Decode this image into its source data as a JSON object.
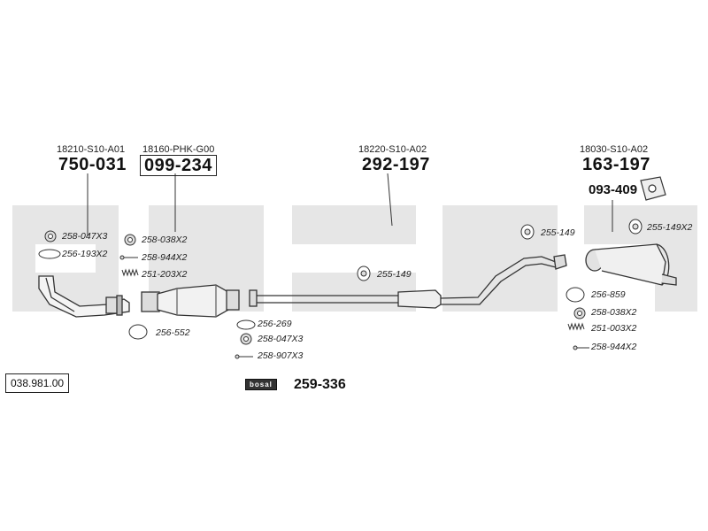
{
  "catalog_number": "038.981.00",
  "watermark": "bosal",
  "brand_logo": "bosal",
  "groups": {
    "front_pipe": {
      "oem": "18210-S10-A01",
      "part": "750-031"
    },
    "catalyst": {
      "oem": "18160-PHK-G00",
      "part": "099-234"
    },
    "middle_pipe": {
      "oem": "18220-S10-A02",
      "part": "292-197"
    },
    "rear_silencer": {
      "oem": "18030-S10-A02",
      "part": "163-197",
      "bracket": "093-409"
    }
  },
  "fittings": {
    "f1": "258-047X3",
    "f2": "256-193X2",
    "f3": "258-038X2",
    "f4": "258-944X2",
    "f5": "251-203X2",
    "f6": "256-552",
    "f7": "256-269",
    "f8": "258-047X3",
    "f9": "258-907X3",
    "f10": "255-149",
    "f11": "255-149",
    "f12": "255-149X2",
    "f13": "256-859",
    "f14": "258-038X2",
    "f15": "251-003X2",
    "f16": "258-944X2"
  },
  "kit_number": "259-336"
}
